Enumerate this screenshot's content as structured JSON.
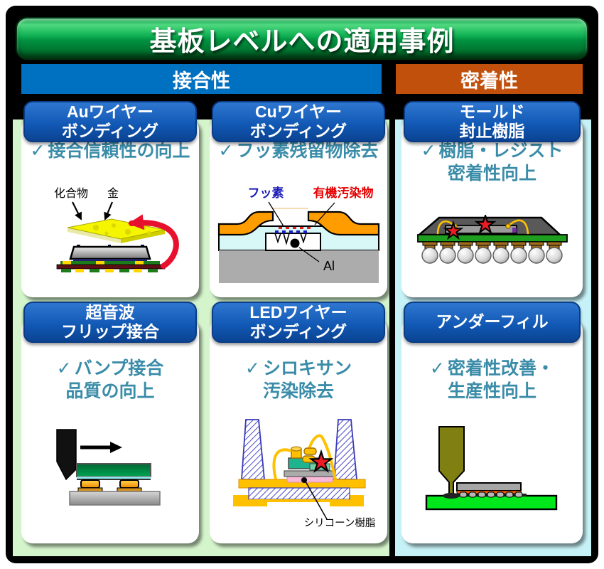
{
  "title": "基板レベルへの適用事例",
  "check_mark": "✓",
  "sections": {
    "bonding": "接合性",
    "adhesion": "密着性"
  },
  "cards": {
    "au_wire": {
      "title1": "Auワイヤー",
      "title2": "ボンディング",
      "check1": "接合信頼性の向上",
      "check2": "",
      "labels": {
        "compound": "化合物",
        "gold": "金"
      }
    },
    "cu_wire": {
      "title1": "Cuワイヤー",
      "title2": "ボンディング",
      "check1": "フッ素残留物除去",
      "check2": "",
      "labels": {
        "fluorine": "フッ素",
        "organic": "有機汚染物",
        "aluminum": "Al"
      }
    },
    "mold": {
      "title1": "モールド",
      "title2": "封止樹脂",
      "check1": "樹脂・レジスト",
      "check2": "密着性向上"
    },
    "ultrasonic": {
      "title1": "超音波",
      "title2": "フリップ接合",
      "check1": "バンプ接合",
      "check2": "品質の向上"
    },
    "led_wire": {
      "title1": "LEDワイヤー",
      "title2": "ボンディング",
      "check1": "シロキサン",
      "check2": "汚染除去",
      "labels": {
        "silicone": "シリコーン樹脂"
      }
    },
    "underfill": {
      "title1": "アンダーフィル",
      "title2": "",
      "check1": "密着性改善・",
      "check2": "生産性向上"
    }
  },
  "colors": {
    "title_bar_green": "#00A04A",
    "bonding_bar_blue": "#0070C0",
    "adhesion_bar_orange": "#C1500D",
    "card_header_blue": "#1158B4",
    "panel_green": "#D4F4CC",
    "panel_cyan": "#C6F1F6",
    "check_teal": "#3A8CA8",
    "fluorine_label_blue": "#1A1AB8",
    "organic_label_red": "#E60000",
    "star_red": "#ED1C24"
  }
}
